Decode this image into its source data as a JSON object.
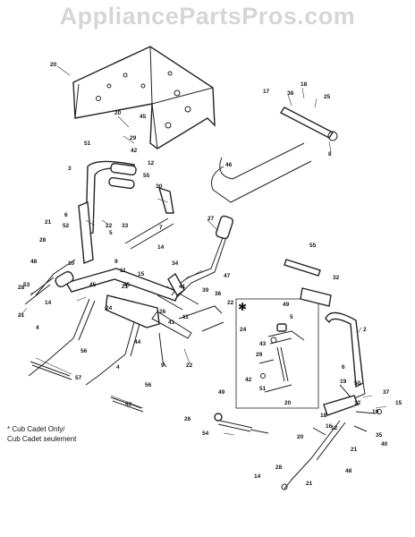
{
  "watermark": "AppliancePartsPros.com",
  "note": {
    "line1": "* Cub Cadet Only/",
    "line2": "Cub Cadet seulement"
  },
  "inset_symbol": "✱",
  "part_labels": [
    "20",
    "18",
    "17",
    "38",
    "25",
    "8",
    "20",
    "45",
    "29",
    "51",
    "42",
    "46",
    "3",
    "12",
    "55",
    "30",
    "6",
    "22",
    "33",
    "7",
    "21",
    "52",
    "28",
    "5",
    "14",
    "27",
    "10",
    "11",
    "9",
    "45",
    "48",
    "53",
    "45",
    "15",
    "34",
    "47",
    "55",
    "28",
    "21",
    "14",
    "21",
    "41",
    "26",
    "39",
    "36",
    "32",
    "22",
    "49",
    "2",
    "24",
    "5",
    "4",
    "24",
    "44",
    "41",
    "11",
    "43",
    "29",
    "42",
    "51",
    "20",
    "56",
    "9",
    "22",
    "57",
    "4",
    "56",
    "57",
    "6",
    "19",
    "50",
    "37",
    "15",
    "49",
    "26",
    "54",
    "16",
    "12",
    "12",
    "19",
    "20",
    "18",
    "35",
    "48",
    "21",
    "40",
    "28",
    "14",
    "21"
  ]
}
